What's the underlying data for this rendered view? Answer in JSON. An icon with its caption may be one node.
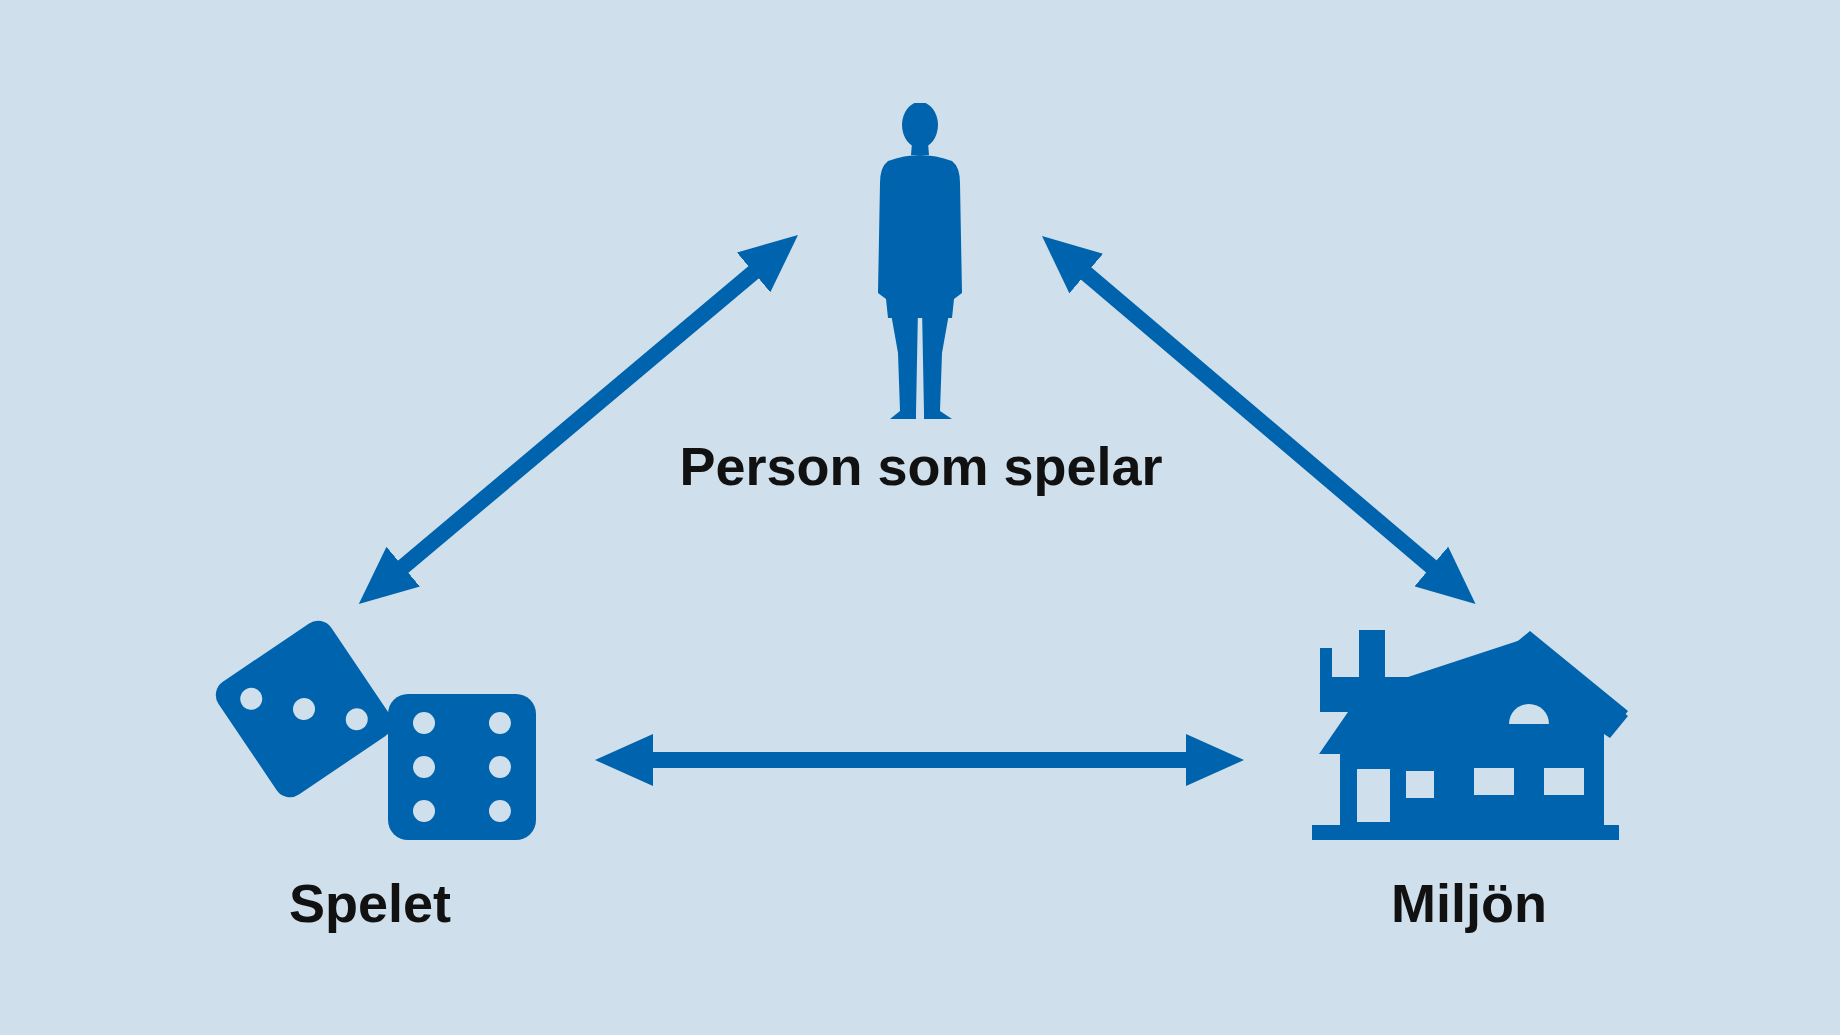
{
  "diagram": {
    "nodes": [
      {
        "text": [],
        "shape": "person",
        "beside": [
          "Person som spelar"
        ]
      },
      {
        "text": [],
        "shape": "dice",
        "beside": [
          "Spelet"
        ]
      },
      {
        "text": [],
        "shape": "house",
        "beside": [
          "Miljön"
        ]
      }
    ],
    "edges": [
      {
        "from": 0,
        "to": 1,
        "arrow": "both"
      },
      {
        "from": 0,
        "to": 2,
        "arrow": "both"
      },
      {
        "from": 1,
        "to": 2,
        "arrow": "both"
      }
    ]
  }
}
